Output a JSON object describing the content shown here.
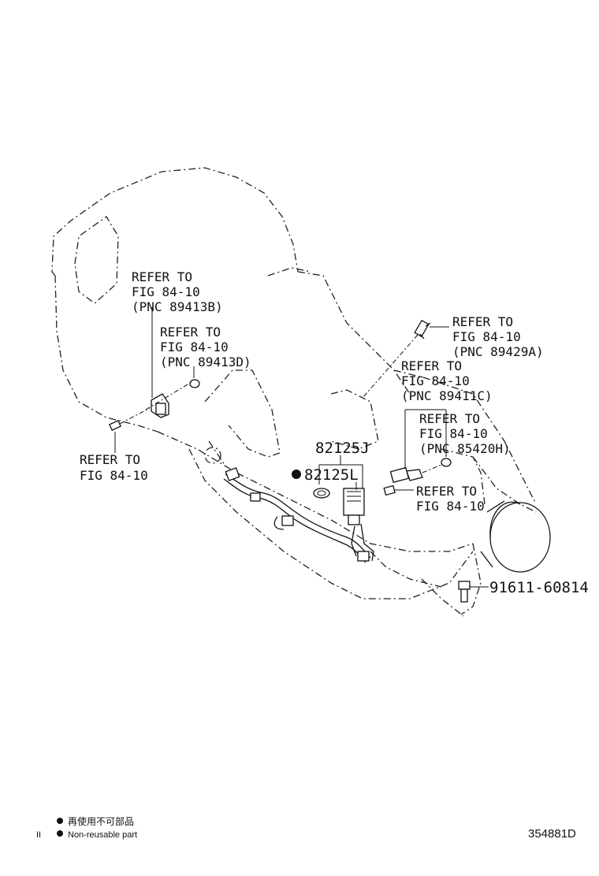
{
  "callouts": {
    "c1": [
      "REFER TO",
      "FIG 84-10",
      "(PNC 89413B)"
    ],
    "c2": [
      "REFER TO",
      "FIG 84-10",
      "(PNC 89413D)"
    ],
    "c3": [
      "REFER TO",
      "FIG 84-10"
    ],
    "c4": [
      "REFER TO",
      "FIG 84-10",
      "(PNC 89429A)"
    ],
    "c5": [
      "REFER TO",
      "FIG 84-10",
      "(PNC 89411C)"
    ],
    "c6": [
      "REFER TO",
      "FIG 84-10",
      "(PNC 85420H)"
    ],
    "c7": [
      "REFER TO",
      "FIG 84-10"
    ]
  },
  "parts": {
    "p1": "82125J",
    "p2": "82125L",
    "p3": "91611-60814"
  },
  "legend": {
    "line1": "再使用不可部品",
    "line2": "Non-reusable part",
    "marker": "II"
  },
  "drawing_id": "354881D"
}
